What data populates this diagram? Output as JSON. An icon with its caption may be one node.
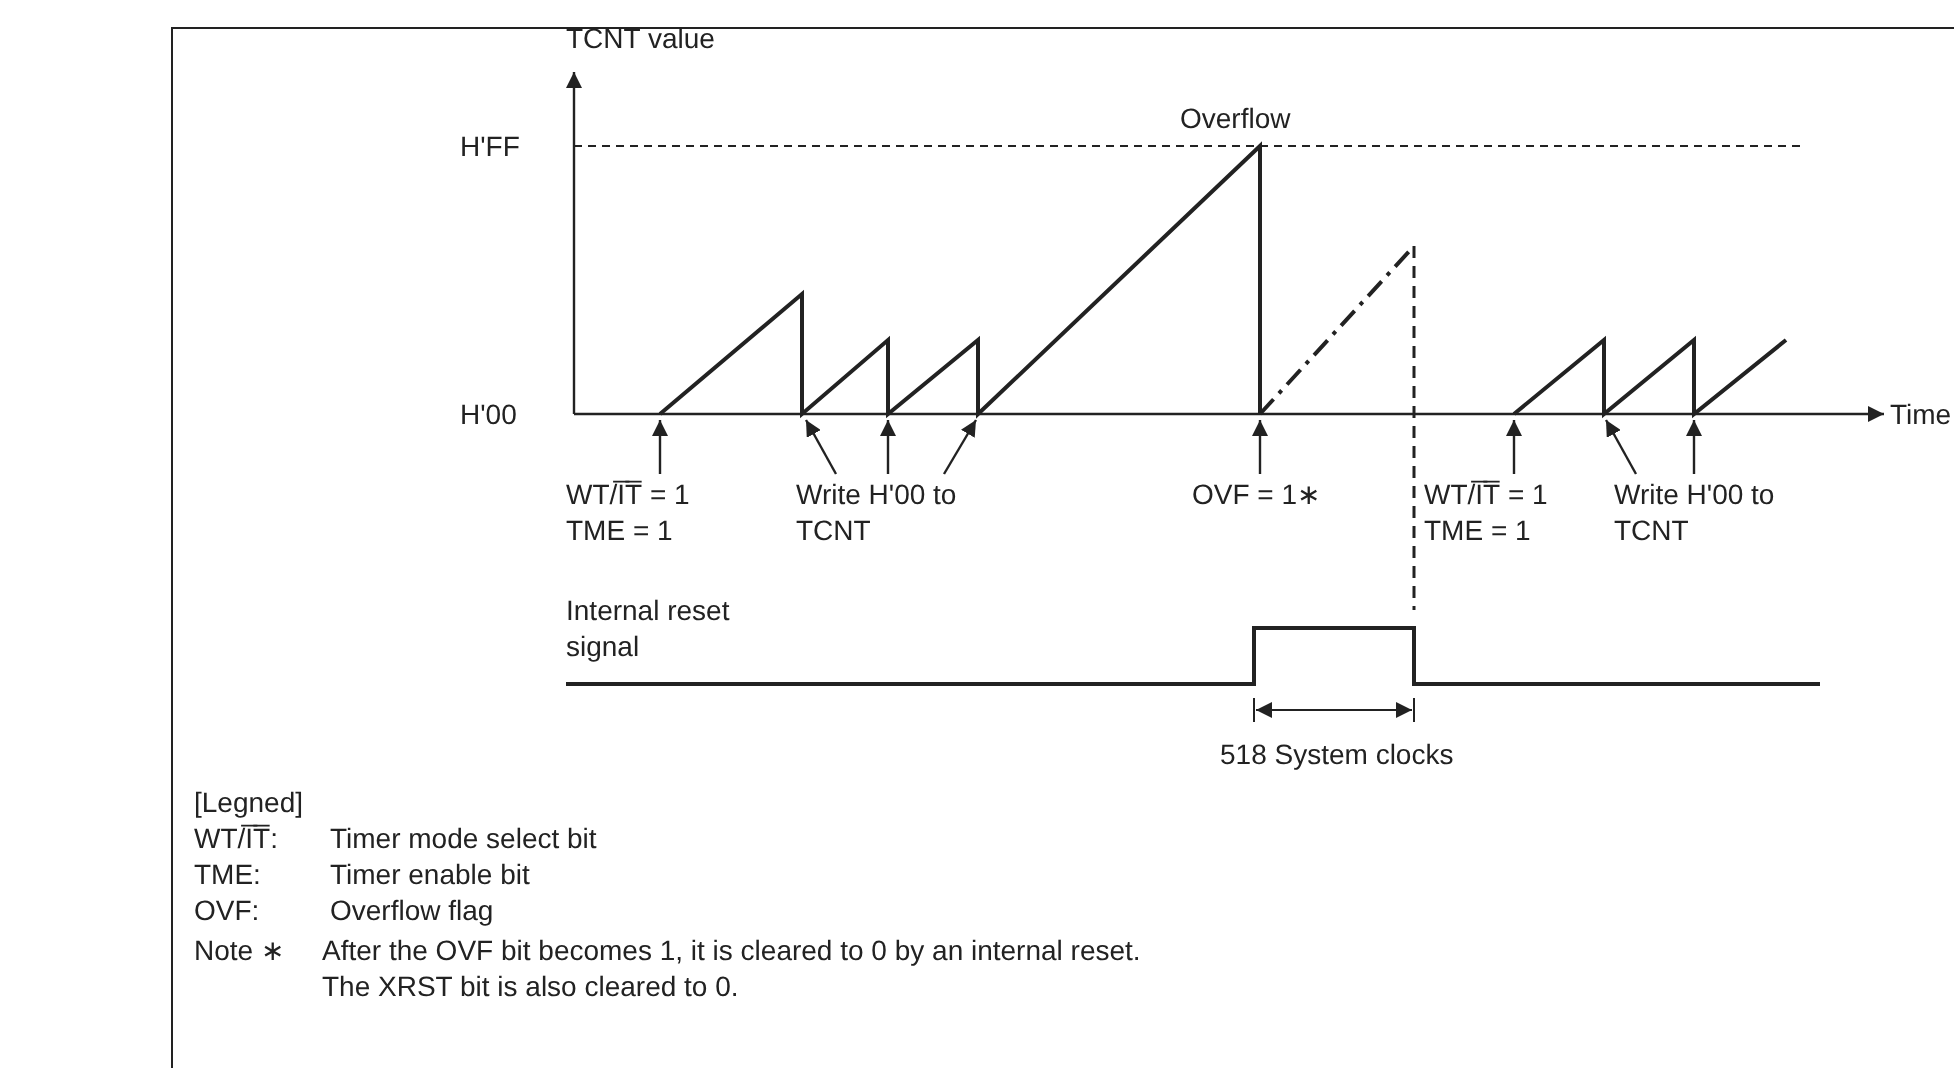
{
  "diagram": {
    "nodes": [
      {
        "text": [
          "WT/I̅T̅ = 1",
          "TME = 1"
        ]
      },
      {
        "text": [
          "Write H'00 to TCNT"
        ]
      },
      {
        "text": [
          "OVF = 1∗"
        ]
      },
      {
        "text": [
          "WT/I̅T̅ = 1",
          "TME = 1"
        ]
      },
      {
        "text": [
          "Write H'00 to TCNT"
        ]
      },
      {
        "text": [],
        "shape": "line"
      },
      {
        "text": [],
        "shape": "line"
      }
    ],
    "edges": [
      {
        "from": 0,
        "to": 5,
        "arrow": "to"
      },
      {
        "from": 1,
        "to": 5,
        "arrow": "to"
      },
      {
        "from": 1,
        "to": 5,
        "arrow": "to"
      },
      {
        "from": 1,
        "to": 5,
        "arrow": "to"
      },
      {
        "from": 2,
        "to": 5,
        "arrow": "to"
      },
      {
        "from": 3,
        "to": 6,
        "arrow": "to"
      },
      {
        "from": 4,
        "to": 6,
        "arrow": "to"
      },
      {
        "from": 4,
        "to": 6,
        "arrow": "to"
      }
    ],
    "labels": [
      "TCNT value",
      "H'FF",
      "Overflow",
      "H'00",
      "Time",
      "Internal reset signal",
      "518 System clocks",
      "[Legned]",
      "WT/I̅T̅:",
      "Timer mode select bit",
      "TME:",
      "Timer enable bit",
      "OVF:",
      "Overflow flag",
      "Note ∗",
      "After the OVF bit becomes 1, it is cleared to 0 by an internal reset. The XRST bit is also cleared to 0."
    ]
  }
}
